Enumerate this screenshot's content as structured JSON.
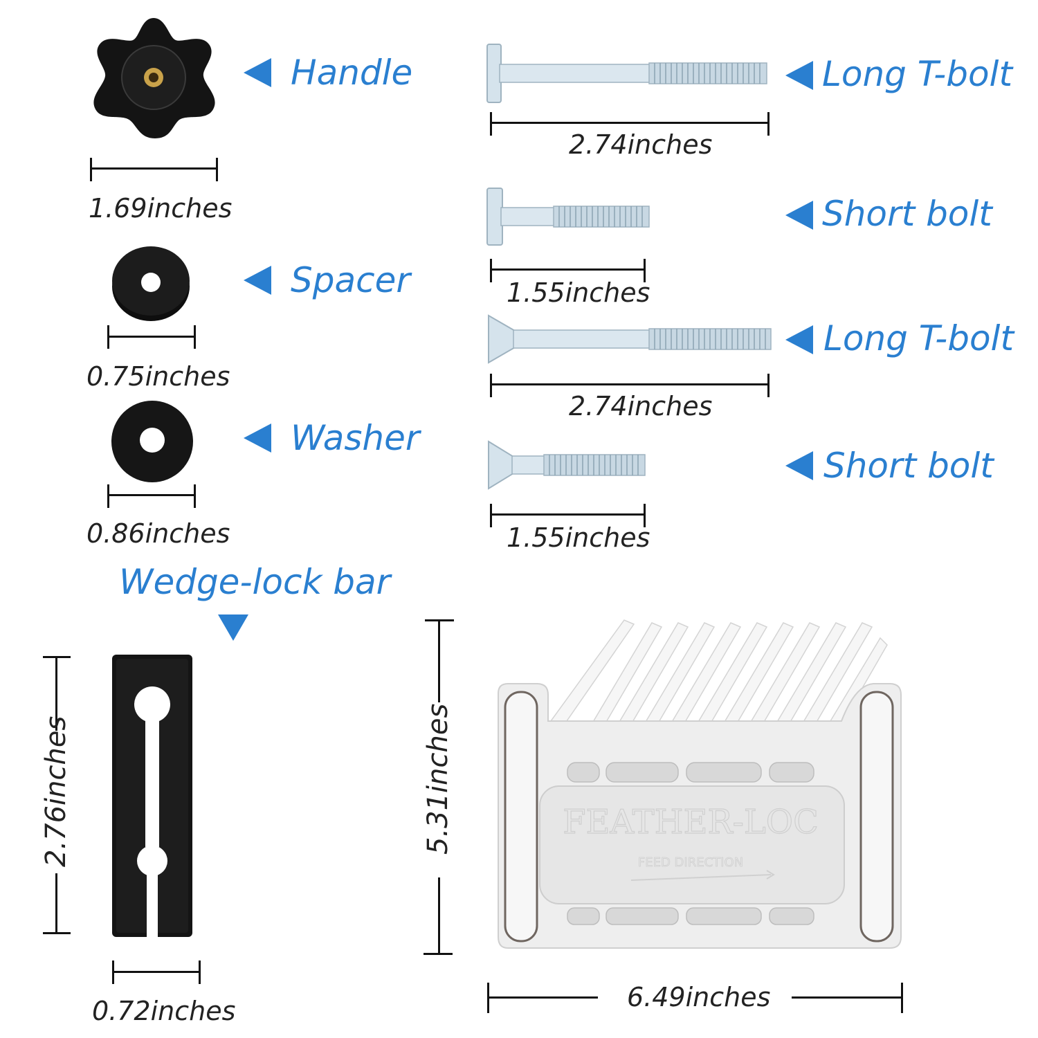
{
  "parts": {
    "handle": {
      "label": "Handle",
      "dimension": "1.69inches"
    },
    "spacer": {
      "label": "Spacer",
      "dimension": "0.75inches"
    },
    "washer": {
      "label": "Washer",
      "dimension": "0.86inches"
    },
    "wedge_lock_bar": {
      "label": "Wedge-lock bar",
      "width": "0.72inches",
      "height": "2.76inches"
    },
    "long_tbolt_1": {
      "label": "Long T-bolt",
      "dimension": "2.74inches"
    },
    "short_bolt_1": {
      "label": "Short bolt",
      "dimension": "1.55inches"
    },
    "long_tbolt_2": {
      "label": "Long T-bolt",
      "dimension": "2.74inches"
    },
    "short_bolt_2": {
      "label": "Short bolt",
      "dimension": "1.55inches"
    },
    "featherboard": {
      "brand_text": "FEATHER-LOC",
      "sub_text": "FEED DIRECTION",
      "width": "6.49inches",
      "height": "5.31inches"
    }
  },
  "colors": {
    "accent": "#2a7fd0",
    "part_black": "#1a1a1a",
    "bolt_silver": "#c9d8e2",
    "board": "#efefef"
  }
}
